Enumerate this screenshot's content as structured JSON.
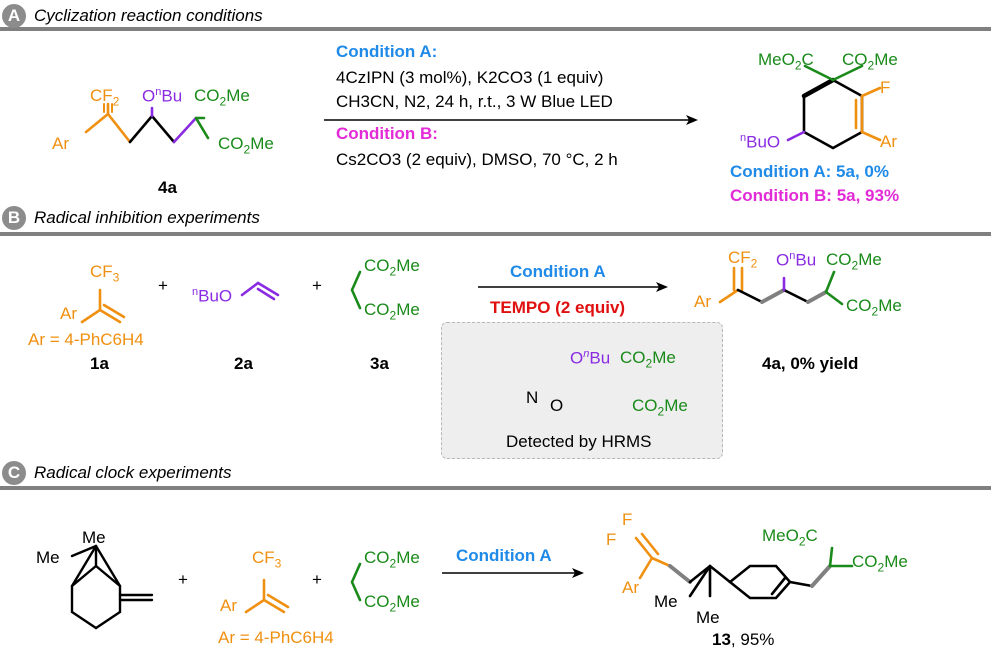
{
  "sections": {
    "a": {
      "letter": "A",
      "title": "Cyclization reaction conditions"
    },
    "b": {
      "letter": "B",
      "title": "Radical inhibition experiments"
    },
    "c": {
      "letter": "C",
      "title": "Radical clock experiments"
    }
  },
  "a_section": {
    "substrate_id": "4a",
    "cond_a_title": "Condition A:",
    "cond_a_line1": "4CzIPN (3 mol%), K2CO3 (1 equiv)",
    "cond_a_line2": "CH3CN, N2, 24 h, r.t., 3 W Blue LED",
    "cond_b_title": "Condition B:",
    "cond_b_line1": "Cs2CO3 (2 equiv), DMSO, 70 °C, 2 h",
    "result_a": "Condition A: 5a, 0%",
    "result_b": "Condition B: 5a, 93%"
  },
  "b_section": {
    "ar_def": "Ar = 4-PhC6H4",
    "id_1a": "1a",
    "id_2a": "2a",
    "id_3a": "3a",
    "arrow_top": "Condition A",
    "arrow_bottom": "TEMPO (2 equiv)",
    "hrms": "Detected by HRMS",
    "product": "4a, 0% yield"
  },
  "c_section": {
    "arrow_top": "Condition A",
    "ar_def": "Ar = 4-PhC6H4",
    "product_id": "13",
    "product_yield": ", 95%"
  },
  "colors": {
    "blue": "#1f8ae8",
    "magenta": "#e22bd7",
    "red": "#e01010",
    "green": "#1a8a1a",
    "orange": "#f09010",
    "purple": "#8a2be2",
    "bar_gray": "#808080"
  }
}
